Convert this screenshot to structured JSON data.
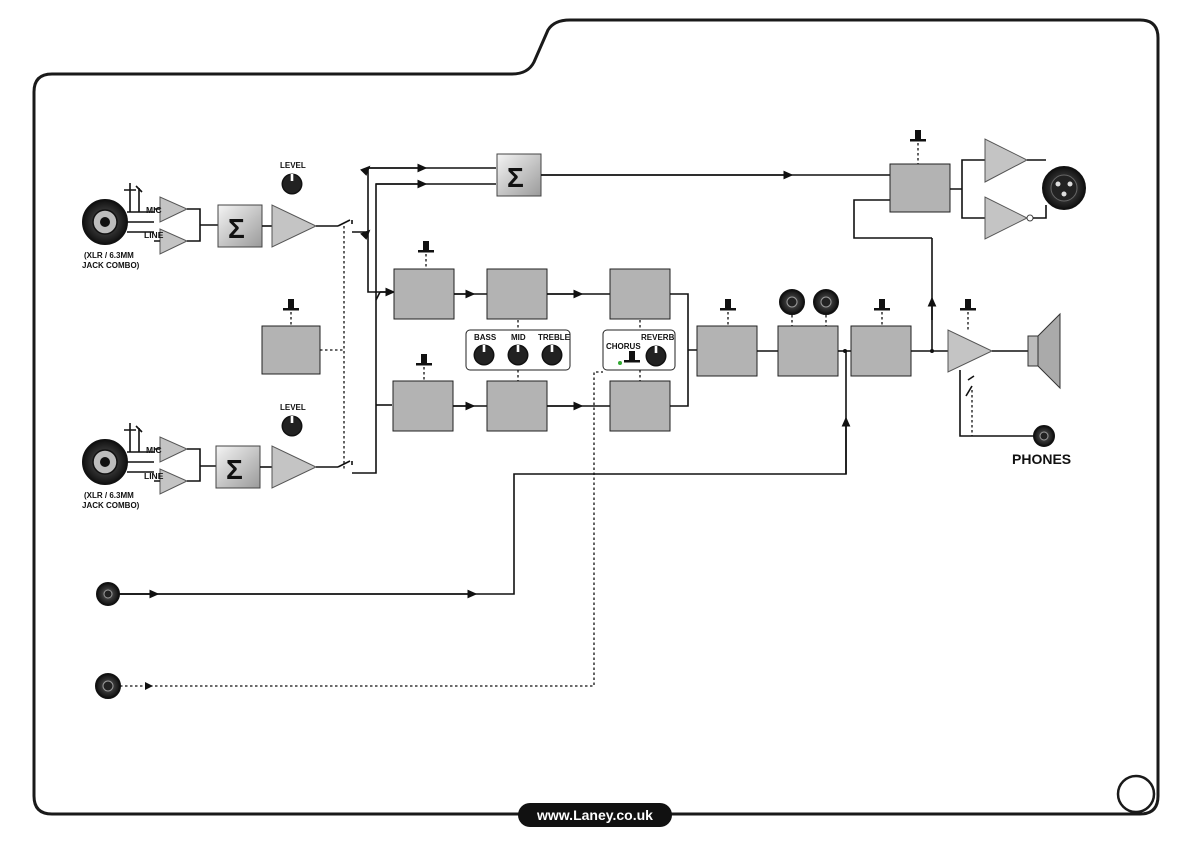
{
  "footer": {
    "url": "www.Laney.co.uk"
  },
  "labels": {
    "mic": "MIC",
    "line": "LINE",
    "level": "LEVEL",
    "combo_line1": "(XLR / 6.3MM",
    "combo_line2": "JACK COMBO)",
    "bass": "BASS",
    "mid": "MID",
    "treble": "TREBLE",
    "chorus": "CHORUS",
    "reverb": "REVERB",
    "phones": "PHONES",
    "sigma": "Σ"
  },
  "colors": {
    "block": "#b3b3b3",
    "wire": "#111111",
    "frame": "#1a1a1a"
  }
}
